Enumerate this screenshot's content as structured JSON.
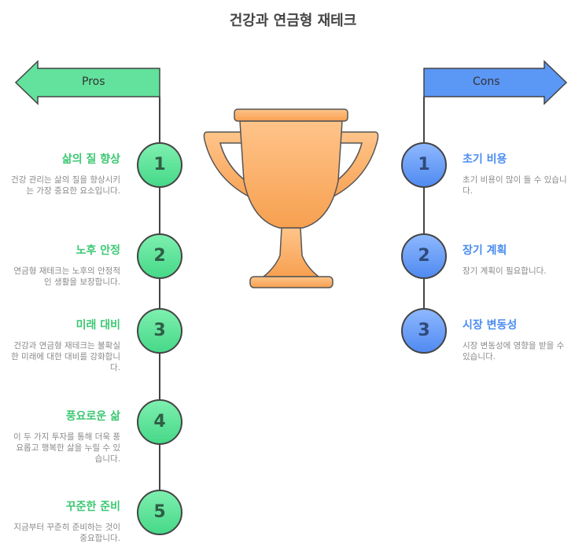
{
  "title": "건강과 연금형 재테크",
  "pros": {
    "label": "Pros",
    "color": "#5ee39a",
    "items": [
      {
        "num": "1",
        "title": "삶의 질 향상",
        "desc": "건강 관리는 삶의 질을 향상시키는 가장 중요한 요소입니다."
      },
      {
        "num": "2",
        "title": "노후 안정",
        "desc": "연금형 재테크는 노후의 안정적인 생활을 보장합니다."
      },
      {
        "num": "3",
        "title": "미래 대비",
        "desc": "건강과 연금형 재테크는 불확실한 미래에 대한 대비를 강화합니다."
      },
      {
        "num": "4",
        "title": "풍요로운 삶",
        "desc": "이 두 가지 투자를 통해 더욱 풍요롭고 행복한 삶을 누릴 수 있습니다."
      },
      {
        "num": "5",
        "title": "꾸준한 준비",
        "desc": "지금부터 꾸준히 준비하는 것이 중요합니다."
      }
    ]
  },
  "cons": {
    "label": "Cons",
    "color": "#5b97f5",
    "items": [
      {
        "num": "1",
        "title": "초기 비용",
        "desc": "초기 비용이 많이 들 수 있습니다."
      },
      {
        "num": "2",
        "title": "장기 계획",
        "desc": "장기 계획이 필요합니다."
      },
      {
        "num": "3",
        "title": "시장 변동성",
        "desc": "시장 변동성에 영향을 받을 수 있습니다."
      }
    ]
  },
  "trophy_icon": "trophy-icon"
}
